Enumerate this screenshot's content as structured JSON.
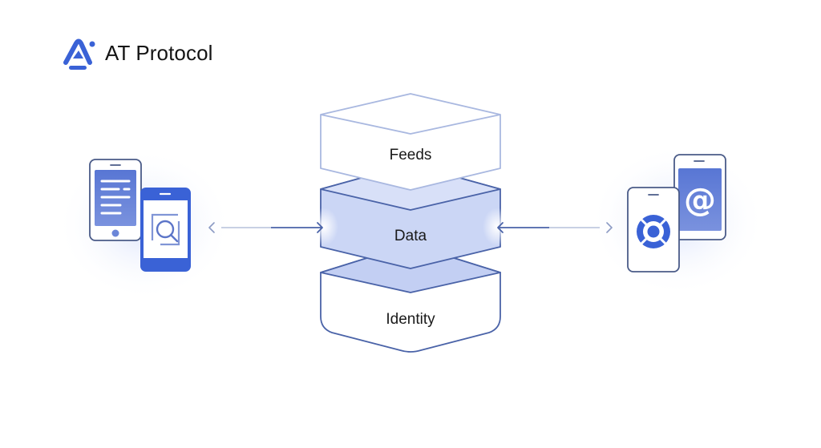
{
  "brand": {
    "name": "AT Protocol",
    "logo_icon": "at-protocol-logo-icon"
  },
  "colors": {
    "accent": "#3a62d6",
    "accent_light": "#c9d4f4",
    "accent_mid": "#6b86d8",
    "outline": "#4a63a8",
    "outline_light": "#a9b8e0",
    "text": "#141414"
  },
  "stack": {
    "layers": [
      {
        "label": "Feeds",
        "style": "outline"
      },
      {
        "label": "Data",
        "style": "filled"
      },
      {
        "label": "Identity",
        "style": "base"
      }
    ]
  },
  "left_devices": {
    "icons": [
      "phone-text-document-icon",
      "phone-search-icon"
    ]
  },
  "right_devices": {
    "icons": [
      "phone-network-icon",
      "phone-at-sign-icon"
    ]
  },
  "connections": [
    {
      "from": "left-devices",
      "to": "Data",
      "direction": "bidirectional"
    },
    {
      "from": "right-devices",
      "to": "Data",
      "direction": "bidirectional"
    }
  ]
}
